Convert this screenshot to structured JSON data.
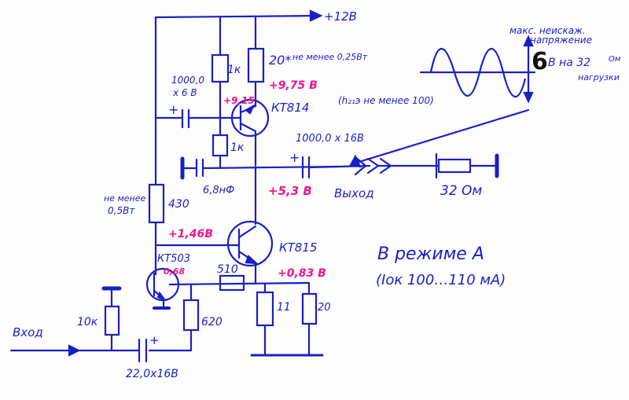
{
  "supply": "+12В",
  "q1": {
    "name": "КТ814",
    "note": "(h₂₁э не менее 100)"
  },
  "q2": {
    "name": "КТ815"
  },
  "q3": {
    "name": "КТ503"
  },
  "resistors": {
    "r1k_top": "1к",
    "r20_top": "20*",
    "r20_top_note": "не менее 0,25Вт",
    "r1k_mid": "1к",
    "r430": "430",
    "r430_note_1": "не менее",
    "r430_note_2": "0,5Вт",
    "r510": "510",
    "r620": "620",
    "r10k": "10к",
    "r11": "11",
    "r20_bottom": "20"
  },
  "capacitors": {
    "c_boot_1": "1000,0",
    "c_boot_2": "х 6 В",
    "c_68": "6,8нФ",
    "c_out": "1000,0 х 16В",
    "c_in": "22,0х16В"
  },
  "voltages": {
    "v975": "+9,75 В",
    "v915": "+9,15",
    "v53": "+5,3 В",
    "v146": "+1,46В",
    "v083": "+0,83 В",
    "v068": "0,68"
  },
  "labels": {
    "output": "Выход",
    "input": "Вход",
    "load": "32 Ом",
    "mode_1": "В режиме А",
    "mode_2": "(Iок 100…110 мА)",
    "swing_1": "макс. неискаж.",
    "swing_2": "напряжение",
    "swing_value": "6",
    "swing_unit": "В на 32",
    "swing_ohm": "Ом",
    "swing_load": "нагрузки"
  },
  "colors": {
    "ink": "#1a1fc4",
    "voltage": "#f0148c",
    "highlight": "#111111"
  }
}
